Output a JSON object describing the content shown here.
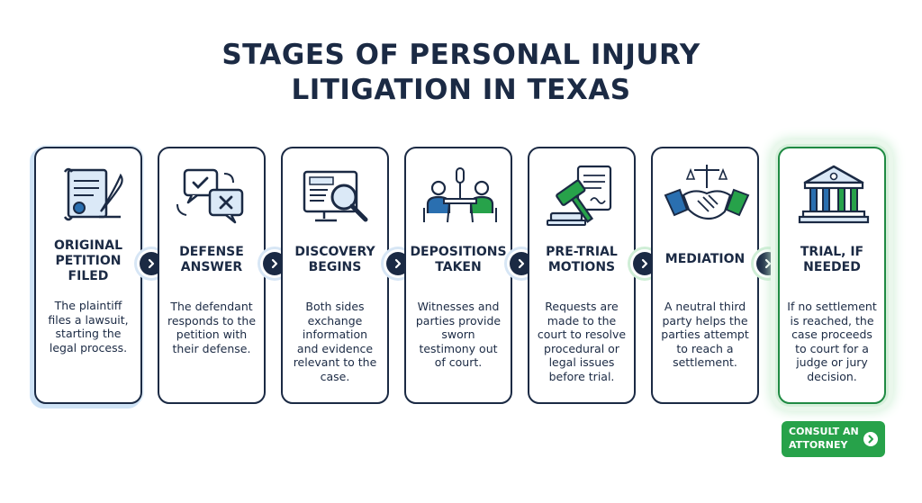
{
  "title": {
    "line1": "STAGES OF PERSONAL INJURY",
    "line2": "LITIGATION IN TEXAS"
  },
  "stages": [
    {
      "icon": "petition-scroll-quill-icon",
      "title_lines": [
        "ORIGINAL",
        "PETITION",
        "FILED"
      ],
      "desc_lines": [
        "The plaintiff",
        "files a lawsuit,",
        "starting the",
        "legal process."
      ]
    },
    {
      "icon": "chat-check-x-icon",
      "title_lines": [
        "DEFENSE",
        "ANSWER"
      ],
      "desc_lines": [
        "The defendant",
        "responds to the",
        "petition with",
        "their defense."
      ]
    },
    {
      "icon": "document-magnifier-icon",
      "title_lines": [
        "DISCOVERY",
        "BEGINS"
      ],
      "desc_lines": [
        "Both sides",
        "exchange",
        "information",
        "and evidence",
        "relevant to the",
        "case."
      ]
    },
    {
      "icon": "deposition-microphone-icon",
      "title_lines": [
        "DEPOSITIONS",
        "TAKEN"
      ],
      "desc_lines": [
        "Witnesses and",
        "parties provide",
        "sworn",
        "testimony out",
        "of court."
      ]
    },
    {
      "icon": "gavel-document-icon",
      "title_lines": [
        "PRE-TRIAL",
        "MOTIONS"
      ],
      "desc_lines": [
        "Requests are",
        "made to the",
        "court to resolve",
        "procedural or",
        "legal issues",
        "before trial."
      ]
    },
    {
      "icon": "scales-handshake-icon",
      "title_lines": [
        "MEDIATION"
      ],
      "desc_lines": [
        "A neutral third",
        "party helps the",
        "parties attempt",
        "to reach a",
        "settlement."
      ]
    },
    {
      "icon": "courthouse-icon",
      "title_lines": [
        "TRIAL, IF",
        "NEEDED"
      ],
      "desc_lines": [
        "If no settlement",
        "is reached, the",
        "case proceeds",
        "to court for a",
        "judge or jury",
        "decision."
      ]
    }
  ],
  "cta": {
    "label_line1": "CONSULT AN",
    "label_line2": "ATTORNEY",
    "icon": "chevron-right-icon"
  },
  "colors": {
    "navy": "#1b2a44",
    "blue_accent": "#2a6fb0",
    "light_blue": "#cfe3f6",
    "green": "#27a24a",
    "green_glow": "#d6f0db"
  }
}
